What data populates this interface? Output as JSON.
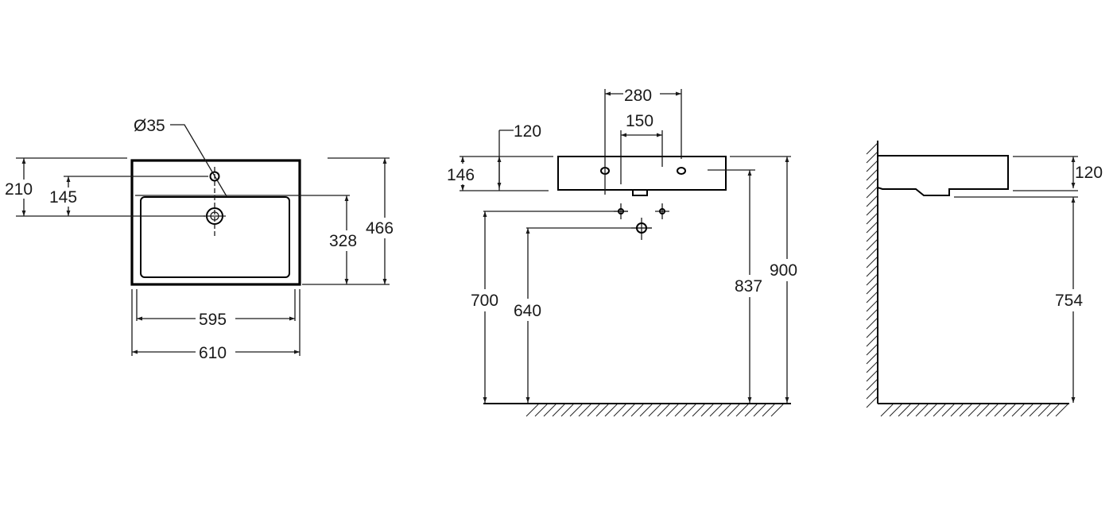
{
  "views": {
    "top": {
      "dims": {
        "d_hole": "Ø35",
        "d210": "210",
        "d145": "145",
        "d328": "328",
        "d466": "466",
        "d595": "595",
        "d610": "610"
      }
    },
    "front": {
      "dims": {
        "d280": "280",
        "d150": "150",
        "d120": "120",
        "d146": "146",
        "d700": "700",
        "d640": "640",
        "d837": "837",
        "d900": "900"
      }
    },
    "side": {
      "dims": {
        "d120": "120",
        "d754": "754"
      }
    }
  }
}
